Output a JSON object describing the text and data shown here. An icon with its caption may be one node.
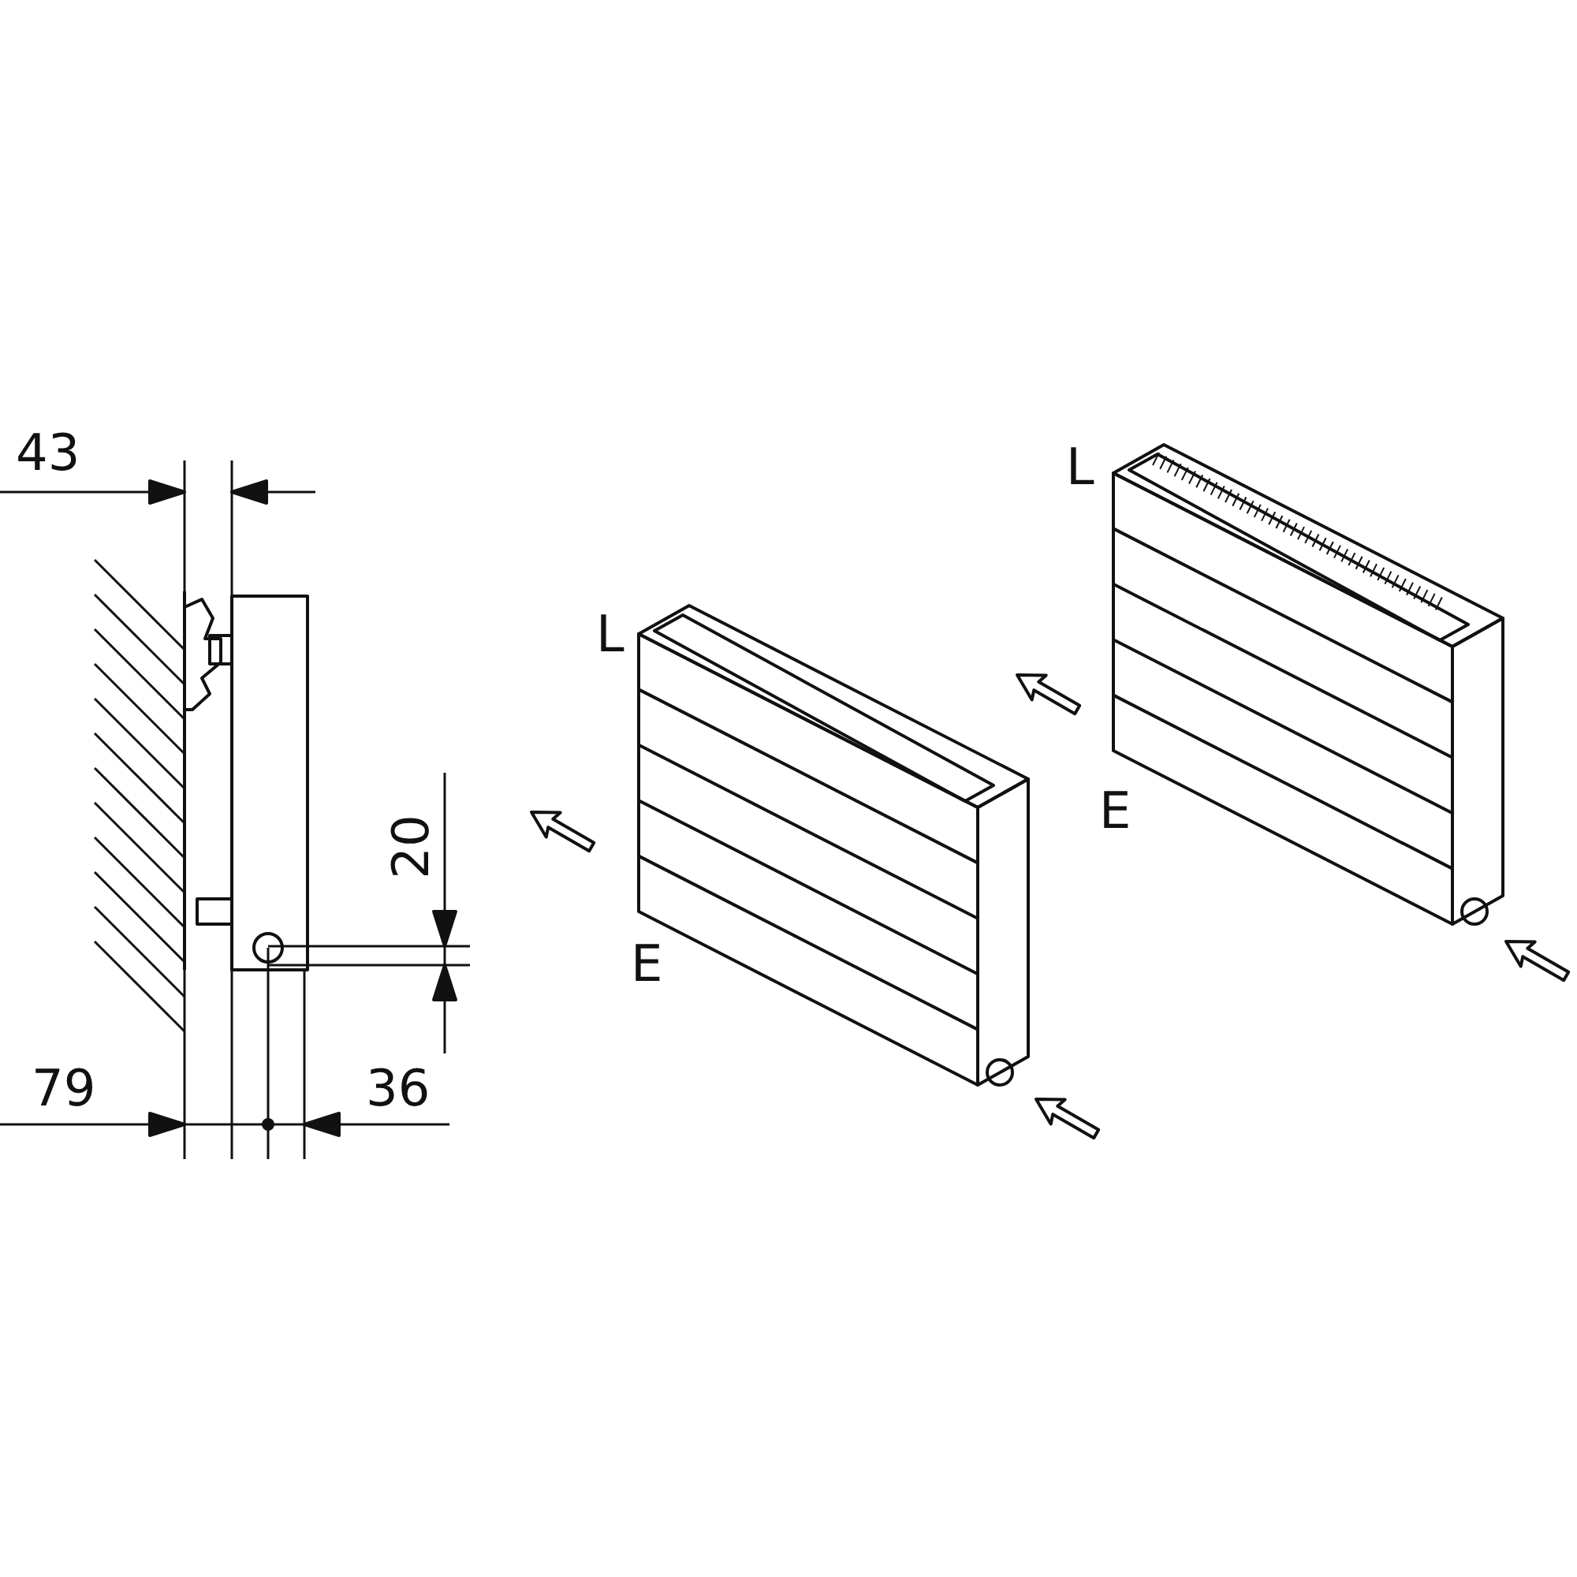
{
  "diagram": {
    "labels": [
      "43",
      "L",
      "L",
      "E",
      "20",
      "E",
      "79",
      "36"
    ]
  }
}
